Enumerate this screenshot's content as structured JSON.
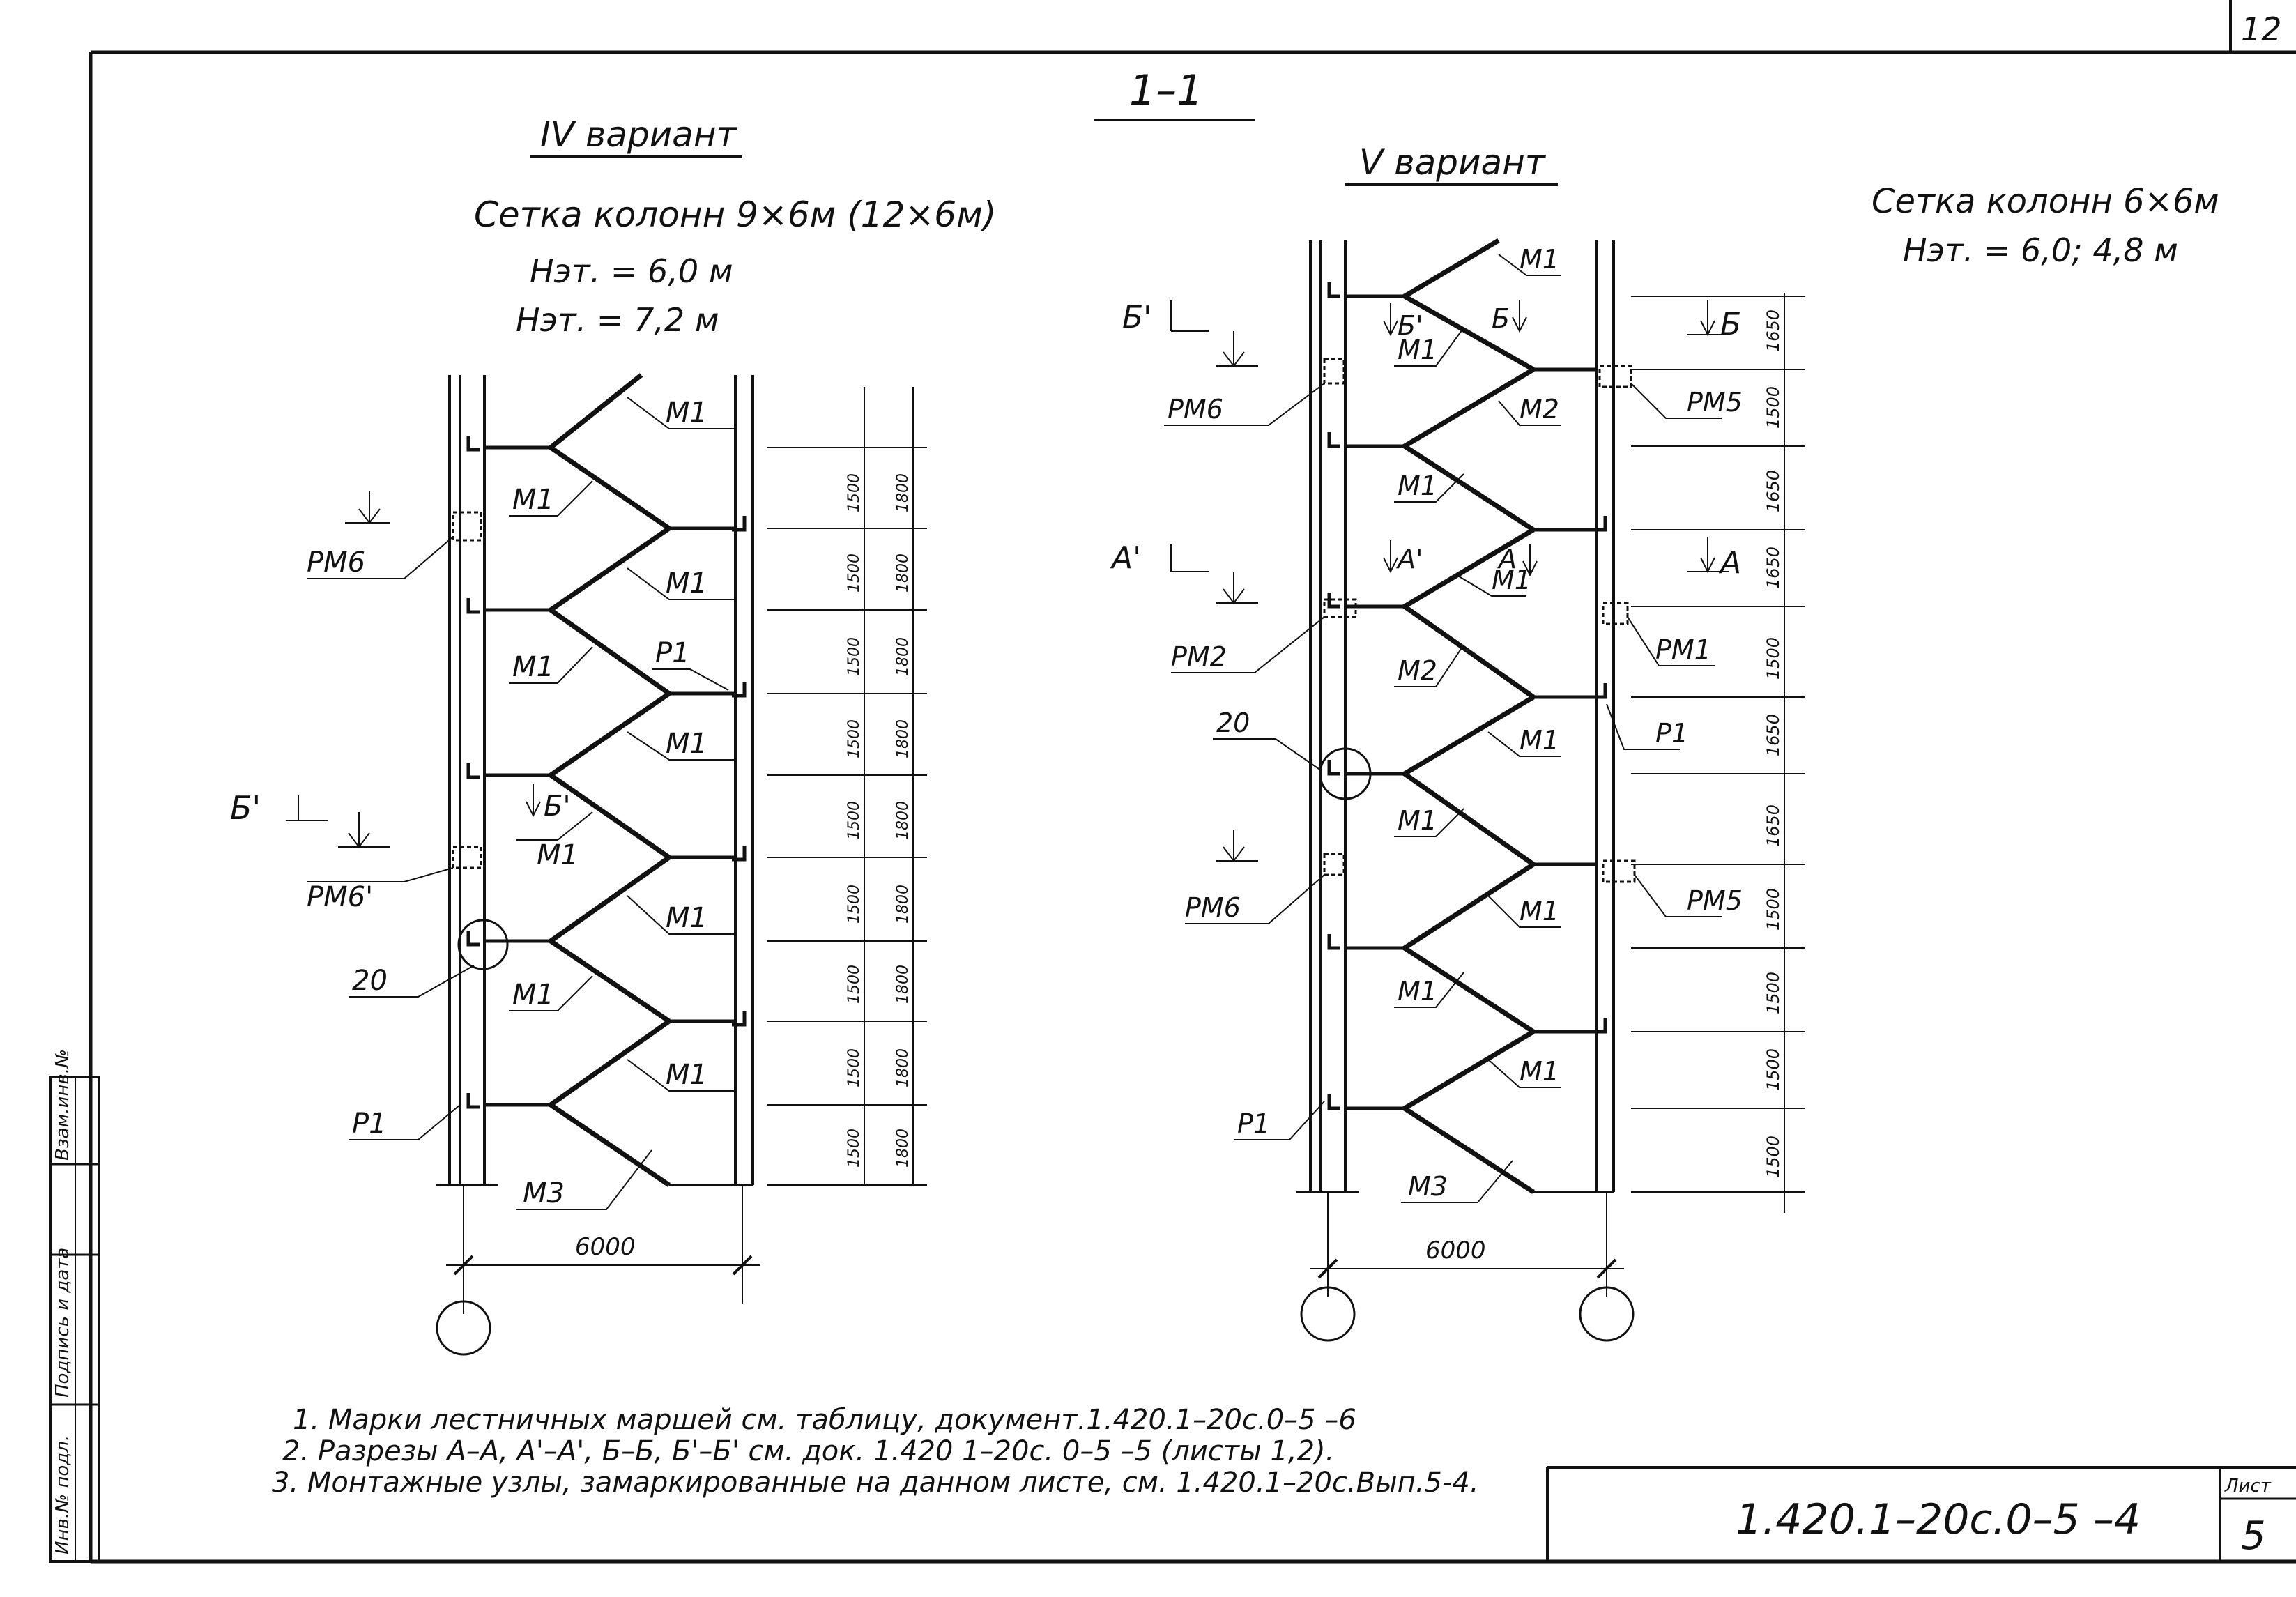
{
  "sheet": {
    "corner_number": "12",
    "section_title": "1–1",
    "sheet_label": "Лист",
    "sheet_number": "5",
    "doc_code": "1.420.1–20с.0–5 –4",
    "stamp_inv": "Инв.№ подл.",
    "stamp_sign": "Подпись и дата",
    "stamp_swap": "Взам.инв.№"
  },
  "variant4": {
    "title": "IV вариант",
    "grid": "Сетка колонн 9×6м (12×6м)",
    "h1": "Нэт. = 6,0 м",
    "h2": "Нэт. = 7,2 м",
    "span": "6000",
    "labels": {
      "m1": "М1",
      "m3": "М3",
      "p1": "Р1",
      "pm6": "РМ6",
      "pm6b": "РМ6'",
      "n20": "20",
      "b_prime": "Б'"
    },
    "dim_inner": [
      "1500",
      "1500",
      "1500",
      "1500",
      "1500",
      "1500",
      "1500",
      "1500",
      "1500"
    ],
    "dim_outer": [
      "1800",
      "1800",
      "1800",
      "1800",
      "1800",
      "1800",
      "1800",
      "1800",
      "1800"
    ]
  },
  "variant5": {
    "title": "V вариант",
    "grid": "Сетка колонн 6×6м",
    "heights": "Нэт. = 6,0; 4,8 м",
    "span": "6000",
    "labels": {
      "m1": "М1",
      "m2": "М2",
      "m3": "М3",
      "p1": "Р1",
      "pm6": "РМ6",
      "pm2": "РМ2",
      "pm5": "РМ5",
      "pm1": "РМ1",
      "n20": "20",
      "b": "Б",
      "b_prime": "Б'",
      "a": "А",
      "a_prime": "А'"
    },
    "dims": [
      "1650",
      "1500",
      "1650",
      "1650",
      "1500",
      "1650",
      "1650",
      "1500",
      "1500",
      "1500",
      "1500"
    ]
  },
  "notes": [
    "1. Марки лестничных маршей см. таблицу, документ.1.420.1–20с.0–5 –6",
    "2. Разрезы А–А, А'–А', Б–Б, Б'–Б' см. док. 1.420 1–20с. 0–5 –5 (листы 1,2).",
    "3. Монтажные узлы, замаркированные на данном листе, см. 1.420.1–20с.Вып.5-4."
  ]
}
